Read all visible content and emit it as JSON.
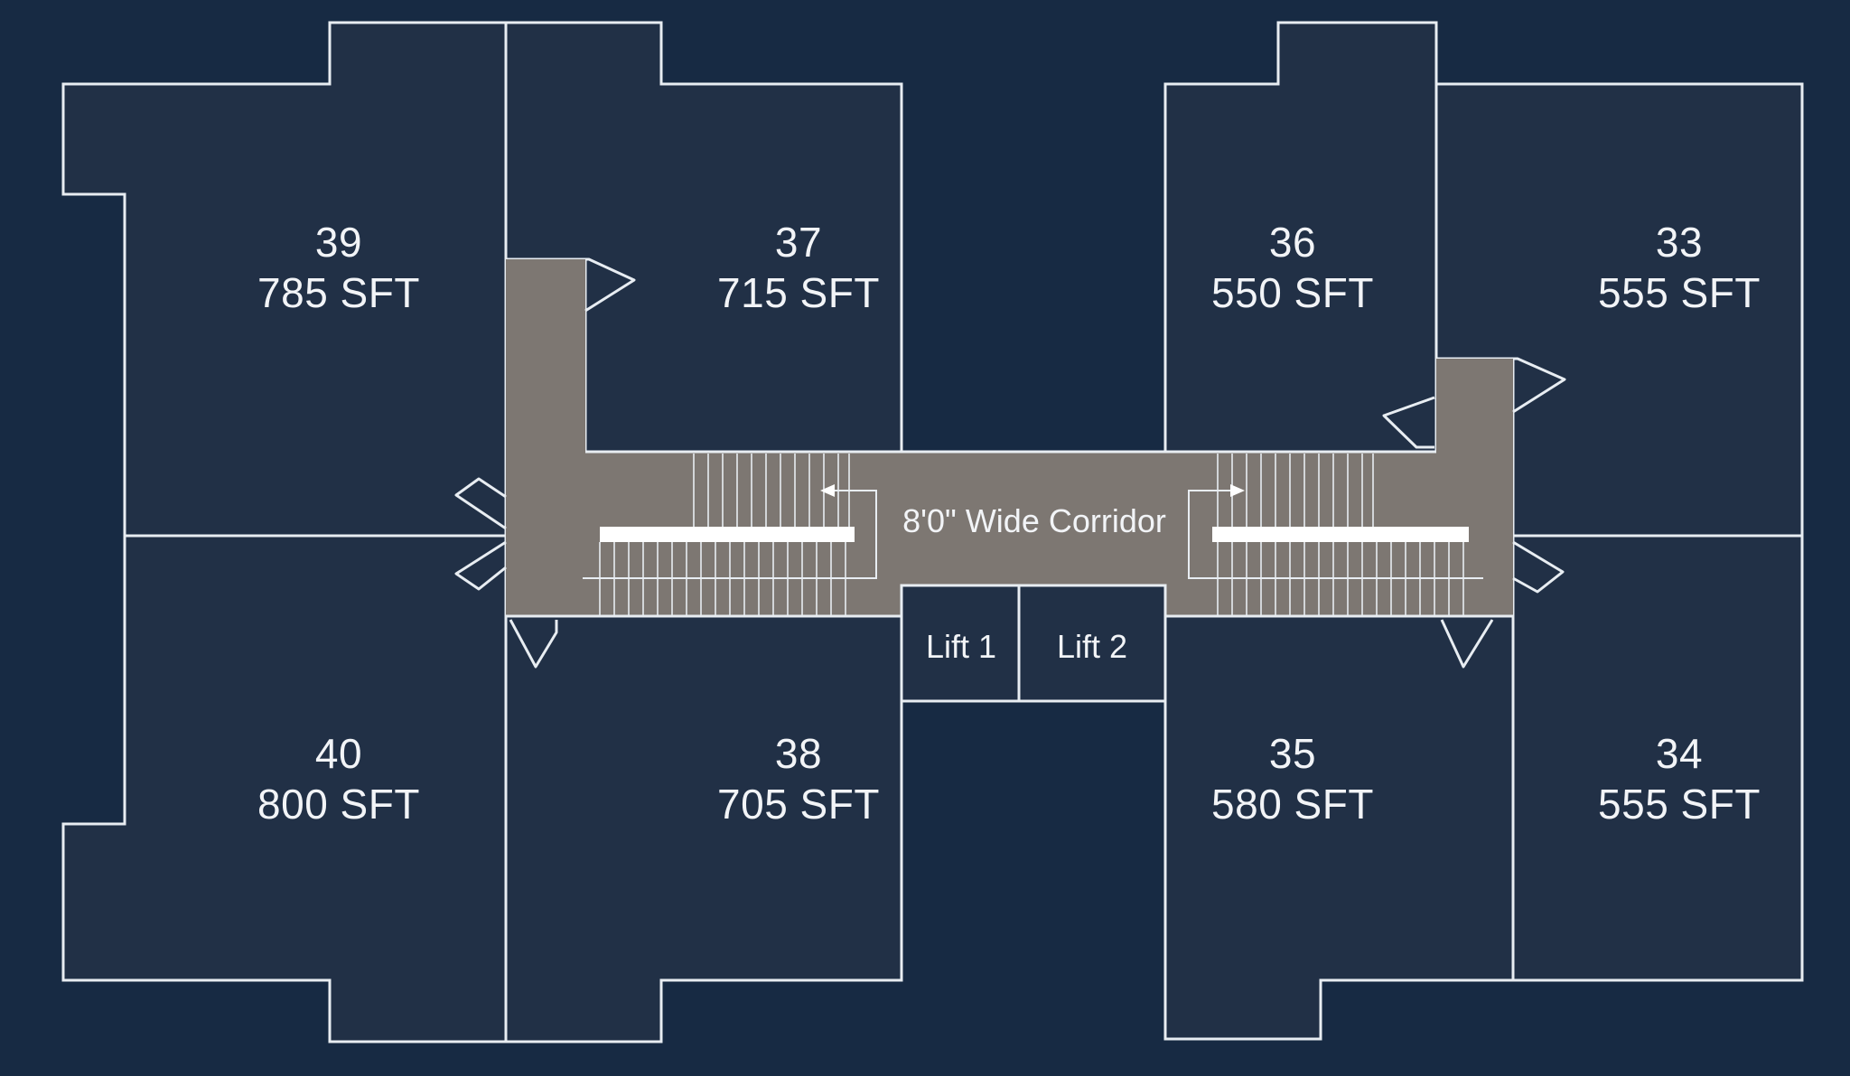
{
  "floor_plan": {
    "units": [
      {
        "id": "39",
        "unit_number": "39",
        "area": "785 SFT"
      },
      {
        "id": "37",
        "unit_number": "37",
        "area": "715 SFT"
      },
      {
        "id": "36",
        "unit_number": "36",
        "area": "550 SFT"
      },
      {
        "id": "33",
        "unit_number": "33",
        "area": "555 SFT"
      },
      {
        "id": "40",
        "unit_number": "40",
        "area": "800 SFT"
      },
      {
        "id": "38",
        "unit_number": "38",
        "area": "705 SFT"
      },
      {
        "id": "35",
        "unit_number": "35",
        "area": "580 SFT"
      },
      {
        "id": "34",
        "unit_number": "34",
        "area": "555 SFT"
      }
    ],
    "corridor_label": "8'0\" Wide Corridor",
    "lifts": [
      "Lift 1",
      "Lift 2"
    ],
    "colors": {
      "background": "#172a43",
      "unit_fill": "#213046",
      "walls": "#e8edf2",
      "corridor": "#7d7772"
    }
  }
}
